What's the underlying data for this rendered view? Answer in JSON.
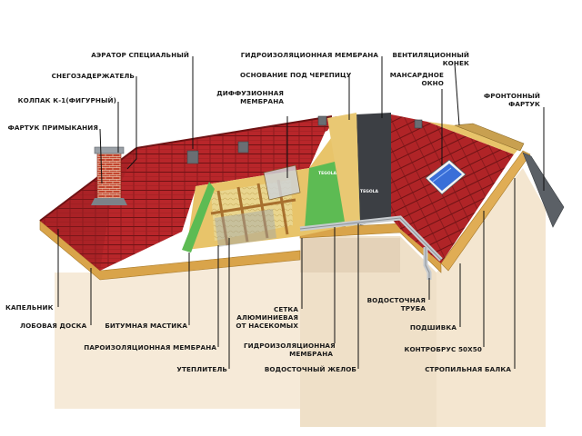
{
  "labels": {
    "aerator": "АЭРАТОР СПЕЦИАЛЬНЫЙ",
    "snow_guard": "СНЕГОЗАДЕРЖАТЕЛЬ",
    "cap": "КОЛПАК К-1(ФИГУРНЫЙ)",
    "flashing_apron": "ФАРТУК ПРИМЫКАНИЯ",
    "waterproof_top": "ГИДРОИЗОЛЯЦИОННАЯ МЕМБРАНА",
    "tile_base": "ОСНОВАНИЕ ПОД ЧЕРЕПИЦУ",
    "diffusion_line1": "ДИФФУЗИОННАЯ",
    "diffusion_line2": "МЕМБРАНА",
    "vent_ridge_line1": "ВЕНТИЛЯЦИОННЫЙ",
    "vent_ridge_line2": "КОНЕК",
    "dormer_line1": "МАНСАРДНОЕ",
    "dormer_line2": "ОКНО",
    "gable_line1": "ФРОНТОННЫЙ",
    "gable_line2": "ФАРТУК",
    "drip_edge": "КАПЕЛЬНИК",
    "fascia": "ЛОБОВАЯ ДОСКА",
    "bitumen": "БИТУМНАЯ МАСТИКА",
    "vapor_barrier": "ПАРОИЗОЛЯЦИОННАЯ МЕМБРАНА",
    "insulation": "УТЕПЛИТЕЛЬ",
    "mesh_line1": "СЕТКА",
    "mesh_line2": "АЛЮМИНИЕВАЯ",
    "mesh_line3": "ОТ НАСЕКОМЫХ",
    "waterproof_bottom_line1": "ГИДРОИЗОЛЯЦИОННАЯ",
    "waterproof_bottom_line2": "МЕМБРАНА",
    "gutter": "ВОДОСТОЧНЫЙ ЖЕЛОБ",
    "downpipe_line1": "ВОДОСТОЧНАЯ",
    "downpipe_line2": "ТРУБА",
    "soffit": "ПОДШИВКА",
    "counter_batten": "КОНТРОБРУС 50Х50",
    "rafter": "СТРОПИЛЬНАЯ БАЛКА"
  },
  "membrane_print": "TEGOLA",
  "colors": {
    "tile": "#b8262a",
    "tile_dark": "#8e1c1f",
    "tile_line": "#6e1214",
    "osb": "#e8c46a",
    "membrane_green": "#5dbb53",
    "waterproof_dark": "#3c3f44",
    "wall": "#f6ead8",
    "wall_shadow": "#e4d2b8",
    "fascia": "#d9a44a",
    "wood": "#d6a35a",
    "insulation": "#e9d58e",
    "gutter": "#c7cbcf",
    "leader": "#111111"
  }
}
